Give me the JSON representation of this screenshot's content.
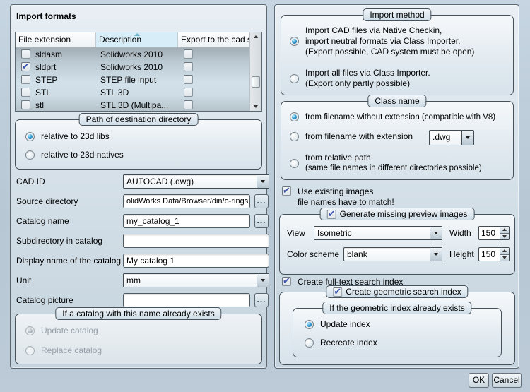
{
  "window": {
    "ok_label": "OK",
    "cancel_label": "Cancel"
  },
  "import_formats": {
    "title": "Import formats",
    "columns": [
      "File extension",
      "Description",
      "Export to the cad system"
    ],
    "rows": [
      {
        "enabled": false,
        "extension": "sldasm",
        "description": "Solidworks 2010",
        "export": false
      },
      {
        "enabled": true,
        "extension": "sldprt",
        "description": "Solidworks 2010",
        "export": false
      },
      {
        "enabled": false,
        "extension": "STEP",
        "description": "STEP file input",
        "export": false
      },
      {
        "enabled": false,
        "extension": "STL",
        "description": "STL 3D",
        "export": false
      },
      {
        "enabled": false,
        "extension": "stl",
        "description": "STL 3D (Multipa...",
        "export": false
      }
    ]
  },
  "path_group": {
    "title": "Path of destination directory",
    "options": [
      {
        "label": "relative to 23d libs",
        "on": true
      },
      {
        "label": "relative to 23d natives",
        "on": false
      }
    ]
  },
  "fields": {
    "cad_id": {
      "label": "CAD ID",
      "value": "AUTOCAD (.dwg)"
    },
    "source_directory": {
      "label": "Source directory",
      "value": "olidWorks Data/Browser/din/o-rings",
      "browse": "..."
    },
    "catalog_name": {
      "label": "Catalog name",
      "value": "my_catalog_1",
      "browse": "..."
    },
    "subdirectory": {
      "label": "Subdirectory in catalog",
      "value": ""
    },
    "display_name": {
      "label": "Display name of the catalog",
      "value": "My catalog 1"
    },
    "unit": {
      "label": "Unit",
      "value": "mm"
    },
    "catalog_picture": {
      "label": "Catalog picture",
      "value": "",
      "browse": "..."
    }
  },
  "exists_group": {
    "title": "If a catalog with this name already exists",
    "options": [
      {
        "label": "Update catalog",
        "on": true
      },
      {
        "label": "Replace catalog",
        "on": false
      }
    ]
  },
  "import_method": {
    "title": "Import method",
    "opt1": {
      "on": true,
      "line1": "Import CAD files via Native Checkin,",
      "line2": "import neutral formats via Class Importer.",
      "line3": "(Export possible, CAD system must be open)"
    },
    "opt2": {
      "on": false,
      "line1": "Import all files via Class Importer.",
      "line2": "(Export only partly possible)"
    }
  },
  "class_name": {
    "title": "Class name",
    "opt1": {
      "on": true,
      "label": "from filename without extension (compatible with V8)"
    },
    "opt2": {
      "on": false,
      "label": "from filename with extension",
      "combo_value": ".dwg"
    },
    "opt3": {
      "on": false,
      "line1": "from relative path",
      "line2": "(same file names in different directories possible)"
    }
  },
  "images": {
    "use_existing": {
      "on": true,
      "line1": "Use existing images",
      "line2": "file names have to match!"
    },
    "generate_group": {
      "on": true,
      "title": "Generate missing preview images",
      "view": {
        "label": "View",
        "value": "Isometric"
      },
      "color_scheme": {
        "label": "Color scheme",
        "value": "blank"
      },
      "width": {
        "label": "Width",
        "value": "150"
      },
      "height": {
        "label": "Height",
        "value": "150"
      }
    }
  },
  "search": {
    "fulltext": {
      "on": true,
      "label": "Create full-text search index"
    },
    "geometric_group": {
      "on": true,
      "title": "Create geometric search index",
      "exists_group": {
        "title": "If the geometric index already exists",
        "options": [
          {
            "label": "Update index",
            "on": true
          },
          {
            "label": "Recreate index",
            "on": false
          }
        ]
      }
    }
  }
}
